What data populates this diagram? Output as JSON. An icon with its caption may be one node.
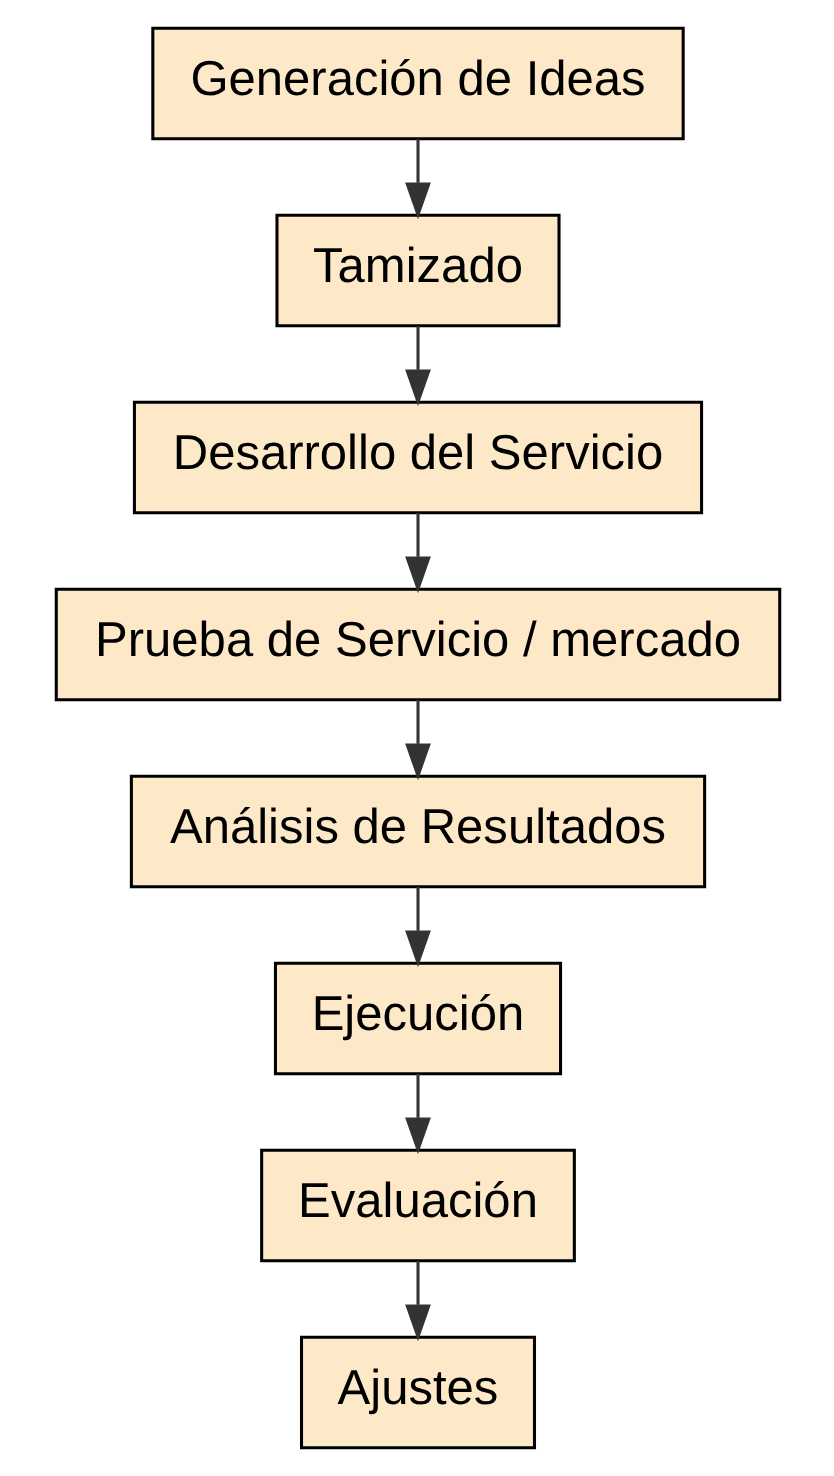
{
  "diagram": {
    "nodes": [
      {
        "text": [
          "Generación de Ideas"
        ]
      },
      {
        "text": [
          "Tamizado"
        ]
      },
      {
        "text": [
          "Desarrollo del Servicio"
        ]
      },
      {
        "text": [
          "Prueba de Servicio / mercado"
        ]
      },
      {
        "text": [
          "Análisis de Resultados"
        ]
      },
      {
        "text": [
          "Ejecución"
        ]
      },
      {
        "text": [
          "Evaluación"
        ]
      },
      {
        "text": [
          "Ajustes"
        ]
      }
    ],
    "edges": [
      {
        "from": 0,
        "to": 1,
        "arrow": "to"
      },
      {
        "from": 1,
        "to": 2,
        "arrow": "to"
      },
      {
        "from": 2,
        "to": 3,
        "arrow": "to"
      },
      {
        "from": 3,
        "to": 4,
        "arrow": "to"
      },
      {
        "from": 4,
        "to": 5,
        "arrow": "to"
      },
      {
        "from": 5,
        "to": 6,
        "arrow": "to"
      },
      {
        "from": 6,
        "to": 7,
        "arrow": "to"
      }
    ]
  }
}
